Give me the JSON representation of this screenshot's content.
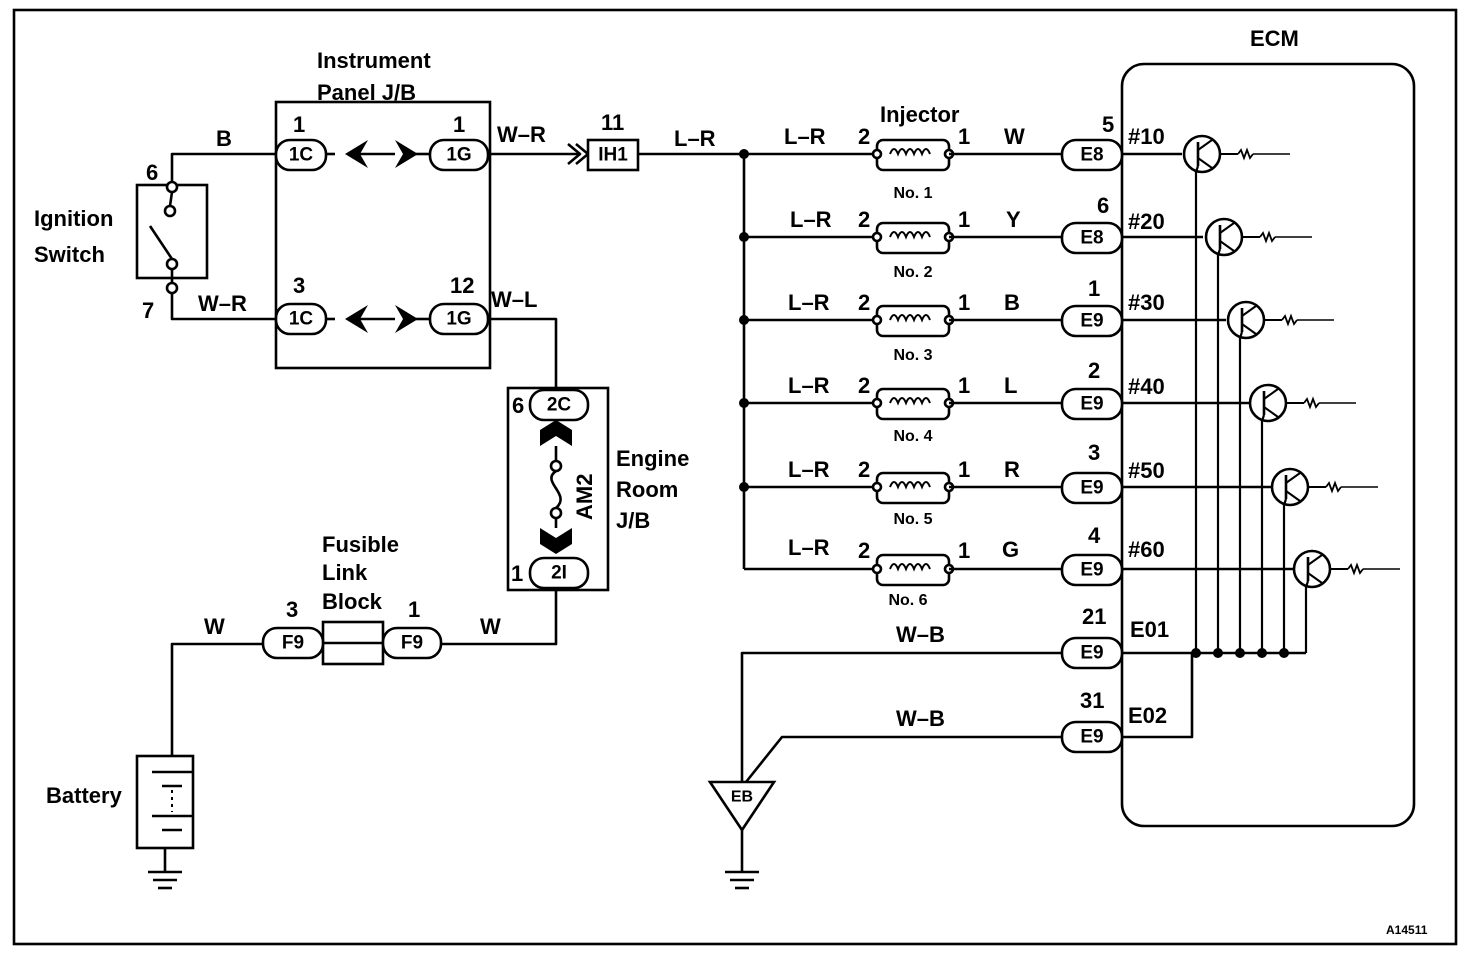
{
  "labels": {
    "ecm": "ECM",
    "instrument_panel_jb": [
      "Instrument",
      "Panel J/B"
    ],
    "ignition_switch": [
      "Ignition",
      "Switch"
    ],
    "engine_room_jb": [
      "Engine",
      "Room",
      "J/B"
    ],
    "fusible_link_block": [
      "Fusible",
      "Link",
      "Block"
    ],
    "battery": "Battery",
    "injector": "Injector",
    "am2": "AM2",
    "eb": "EB",
    "figure_code": "A14511"
  },
  "wires": {
    "ign_top": "B",
    "ign_bottom": "W–R",
    "jb_out_top": "W–R",
    "jb_out_bottom": "W–L",
    "ih1_out": "L–R",
    "fuse_left": "W",
    "fuse_right": "W",
    "ground_e01": "W–B",
    "ground_e02": "W–B"
  },
  "connectors": {
    "c1c_top": "1C",
    "c1g_top": "1G",
    "c1c_bot": "1C",
    "c1g_bot": "1G",
    "ih1": "IH1",
    "c2c": "2C",
    "c2i": "2I",
    "f9_left": "F9",
    "f9_right": "F9"
  },
  "pins": {
    "c1c_top": "1",
    "c1g_top": "1",
    "c1c_bot": "3",
    "c1g_bot": "12",
    "ih1": "11",
    "ign_top": "6",
    "ign_bot": "7",
    "c2c": "6",
    "c2i": "1",
    "f9_left": "3",
    "f9_right": "1"
  },
  "injectors": [
    {
      "no": "No. 1",
      "in_wire": "L–R",
      "pin_in": "2",
      "pin_out": "1",
      "out_wire": "W",
      "conn": "E8",
      "ecm_pin": "5",
      "signal": "#10"
    },
    {
      "no": "No. 2",
      "in_wire": "L–R",
      "pin_in": "2",
      "pin_out": "1",
      "out_wire": "Y",
      "conn": "E8",
      "ecm_pin": "6",
      "signal": "#20"
    },
    {
      "no": "No. 3",
      "in_wire": "L–R",
      "pin_in": "2",
      "pin_out": "1",
      "out_wire": "B",
      "conn": "E9",
      "ecm_pin": "1",
      "signal": "#30"
    },
    {
      "no": "No. 4",
      "in_wire": "L–R",
      "pin_in": "2",
      "pin_out": "1",
      "out_wire": "L",
      "conn": "E9",
      "ecm_pin": "2",
      "signal": "#40"
    },
    {
      "no": "No. 5",
      "in_wire": "L–R",
      "pin_in": "2",
      "pin_out": "1",
      "out_wire": "R",
      "conn": "E9",
      "ecm_pin": "3",
      "signal": "#50"
    },
    {
      "no": "No. 6",
      "in_wire": "L–R",
      "pin_in": "2",
      "pin_out": "1",
      "out_wire": "G",
      "conn": "E9",
      "ecm_pin": "4",
      "signal": "#60"
    }
  ],
  "grounds": [
    {
      "conn": "E9",
      "ecm_pin": "21",
      "signal": "E01"
    },
    {
      "conn": "E9",
      "ecm_pin": "31",
      "signal": "E02"
    }
  ]
}
